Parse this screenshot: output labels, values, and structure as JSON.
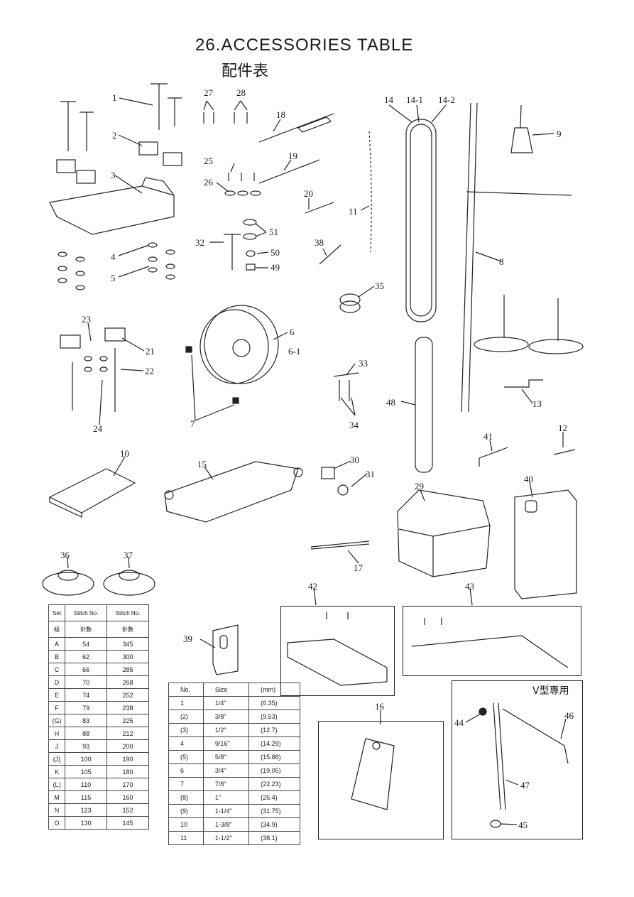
{
  "header": {
    "title": "26.ACCESSORIES TABLE",
    "subtitle": "配件表"
  },
  "part_labels": [
    "1",
    "2",
    "3",
    "4",
    "5",
    "27",
    "28",
    "25",
    "26",
    "32",
    "51",
    "50",
    "49",
    "18",
    "19",
    "20",
    "38",
    "11",
    "14",
    "14-1",
    "14-2",
    "9",
    "8",
    "35",
    "23",
    "21",
    "22",
    "24",
    "6",
    "6-1",
    "7",
    "33",
    "34",
    "48",
    "13",
    "10",
    "15",
    "30",
    "31",
    "29",
    "40",
    "41",
    "12",
    "17",
    "36",
    "37",
    "42",
    "43",
    "39",
    "16",
    "44",
    "46",
    "47",
    "45"
  ],
  "v_label": "V型專用",
  "stitch_table": {
    "headers": [
      "Set",
      "Stitch No.",
      "Stitch No."
    ],
    "sub_headers": [
      "組",
      "針數",
      "針數"
    ],
    "rows": [
      [
        "A",
        "54",
        "345"
      ],
      [
        "B",
        "62",
        "300"
      ],
      [
        "C",
        "66",
        "285"
      ],
      [
        "D",
        "70",
        "268"
      ],
      [
        "E",
        "74",
        "252"
      ],
      [
        "F",
        "79",
        "238"
      ],
      [
        "(G)",
        "83",
        "225"
      ],
      [
        "H",
        "88",
        "212"
      ],
      [
        "J",
        "93",
        "200"
      ],
      [
        "(J)",
        "100",
        "190"
      ],
      [
        "K",
        "105",
        "180"
      ],
      [
        "(L)",
        "110",
        "170"
      ],
      [
        "M",
        "115",
        "160"
      ],
      [
        "N",
        "123",
        "152"
      ],
      [
        "O",
        "130",
        "145"
      ]
    ]
  },
  "size_table": {
    "headers": [
      "No.",
      "Size",
      "(mm)"
    ],
    "rows": [
      [
        "1",
        "1/4\"",
        "(6.35)"
      ],
      [
        "(2)",
        "3/8\"",
        "(9.53)"
      ],
      [
        "(3)",
        "1/2\"",
        "(12.7)"
      ],
      [
        "4",
        "9/16\"",
        "(14.29)"
      ],
      [
        "(5)",
        "5/8\"",
        "(15.88)"
      ],
      [
        "6",
        "3/4\"",
        "(19.05)"
      ],
      [
        "7",
        "7/8\"",
        "(22.23)"
      ],
      [
        "(8)",
        "1\"",
        "(25.4)"
      ],
      [
        "(9)",
        "1-1/4\"",
        "(31.75)"
      ],
      [
        "10",
        "1-3/8\"",
        "(34.9)"
      ],
      [
        "11",
        "1-1/2\"",
        "(38.1)"
      ]
    ]
  }
}
